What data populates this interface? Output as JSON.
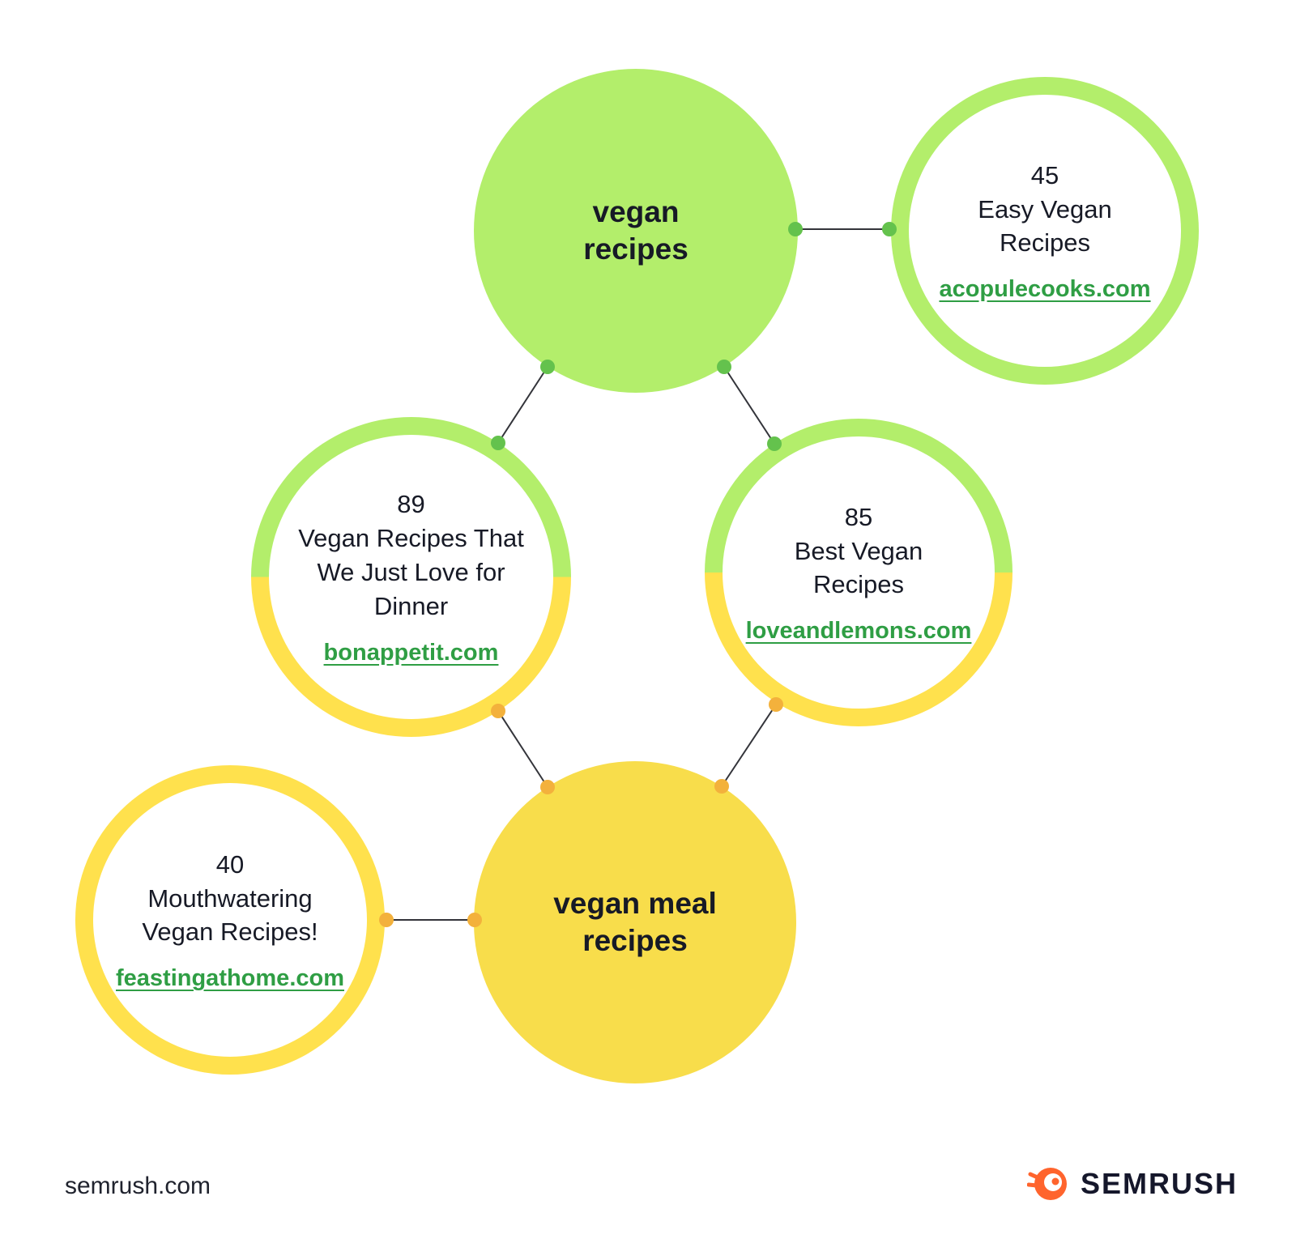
{
  "diagram": {
    "keyword_nodes": [
      {
        "id": "vegan-recipes",
        "label": "vegan recipes",
        "fill": "#b3ee6b"
      },
      {
        "id": "vegan-meal-recipes",
        "label": "vegan meal recipes",
        "fill": "#f8dd4b"
      }
    ],
    "article_nodes": [
      {
        "id": "acopulecooks",
        "count": "45",
        "title": "Easy Vegan Recipes",
        "domain": "acopulecooks.com",
        "ring": "green"
      },
      {
        "id": "bonappetit",
        "count": "89",
        "title": "Vegan Recipes That We Just Love for Dinner",
        "domain": "bonappetit.com",
        "ring": "green-yellow"
      },
      {
        "id": "loveandlemons",
        "count": "85",
        "title": "Best Vegan Recipes",
        "domain": "loveandlemons.com",
        "ring": "green-yellow"
      },
      {
        "id": "feastingathome",
        "count": "40",
        "title": "Mouthwatering Vegan Recipes!",
        "domain": "feastingathome.com",
        "ring": "yellow"
      }
    ]
  },
  "footer": {
    "source": "semrush.com",
    "brand": "SEMRUSH"
  },
  "colors": {
    "green_fill": "#b3ee6b",
    "yellow_fill": "#f8dd4b",
    "yellow_ring": "#ffe14d",
    "link_green": "#2f9e44",
    "dot_green": "#64c24d",
    "dot_amber": "#f3b13c",
    "line": "#33343a",
    "brand_orange": "#ff642d"
  }
}
